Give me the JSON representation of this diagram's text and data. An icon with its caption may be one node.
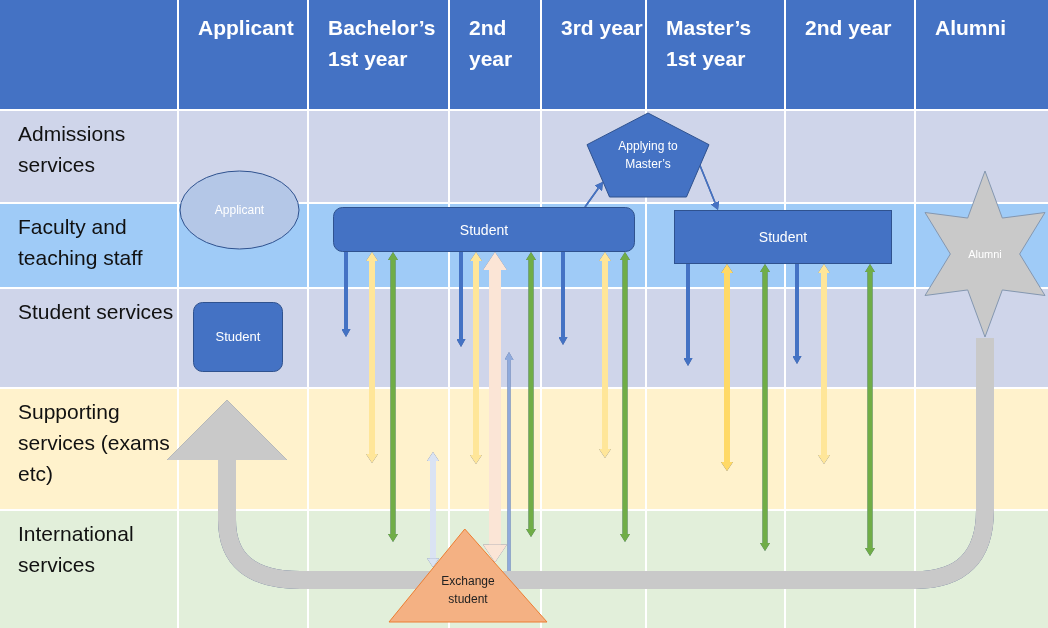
{
  "diagram": {
    "nodes": [
      {
        "text": [
          "Applicant"
        ]
      },
      {
        "text": [
          "Student"
        ]
      },
      {
        "text": [
          "Student"
        ]
      },
      {
        "text": [
          "Applying to Master’s"
        ]
      },
      {
        "text": [
          "Student"
        ]
      },
      {
        "text": [
          "Alumni"
        ]
      },
      {
        "text": [
          "Exchange student"
        ]
      }
    ],
    "edges": [
      {
        "from": 2,
        "to": 3,
        "arrow": "to"
      },
      {
        "from": 3,
        "to": 4,
        "arrow": "to"
      },
      {
        "from": 2,
        "to": null,
        "arrow": "to",
        "color": "#4472c4"
      },
      {
        "from": 2,
        "to": null,
        "arrow": "both",
        "color": "#ffe699"
      },
      {
        "from": 2,
        "to": null,
        "arrow": "both",
        "color": "#70ad47"
      },
      {
        "from": 2,
        "to": null,
        "arrow": "to",
        "color": "#4472c4"
      },
      {
        "from": 2,
        "to": null,
        "arrow": "both",
        "color": "#ffe699"
      },
      {
        "from": 2,
        "to": null,
        "arrow": "both",
        "color": "#70ad47"
      },
      {
        "from": 2,
        "to": null,
        "arrow": "to",
        "color": "#4472c4"
      },
      {
        "from": 2,
        "to": null,
        "arrow": "both",
        "color": "#ffe699"
      },
      {
        "from": 2,
        "to": null,
        "arrow": "both",
        "color": "#70ad47"
      },
      {
        "from": 6,
        "to": 2,
        "arrow": "both",
        "style": "thick",
        "color": "#fbe5d6"
      },
      {
        "from": 6,
        "to": null,
        "arrow": "to",
        "color": "#8faadc"
      },
      {
        "from": 6,
        "to": null,
        "arrow": "both",
        "color": "#dae3f3"
      },
      {
        "from": 4,
        "to": null,
        "arrow": "to",
        "color": "#4472c4"
      },
      {
        "from": 4,
        "to": null,
        "arrow": "both",
        "color": "#ffd966"
      },
      {
        "from": 4,
        "to": null,
        "arrow": "both",
        "color": "#70ad47"
      },
      {
        "from": 4,
        "to": null,
        "arrow": "to",
        "color": "#4472c4"
      },
      {
        "from": 4,
        "to": null,
        "arrow": "both",
        "color": "#ffe699"
      },
      {
        "from": 4,
        "to": null,
        "arrow": "both",
        "color": "#70ad47"
      },
      {
        "from": 5,
        "to": null,
        "arrow": "to",
        "style": "thick",
        "color": "#c9c9c9"
      }
    ],
    "labels": [
      "Applicant",
      "Bachelor’s 1st year",
      "2nd year",
      "3rd year",
      "Master’s 1st year",
      "2nd year",
      "Alumni",
      "Admissions services",
      "Faculty and teaching staff",
      "Student services",
      "Supporting services (exams etc)",
      "International services"
    ]
  }
}
